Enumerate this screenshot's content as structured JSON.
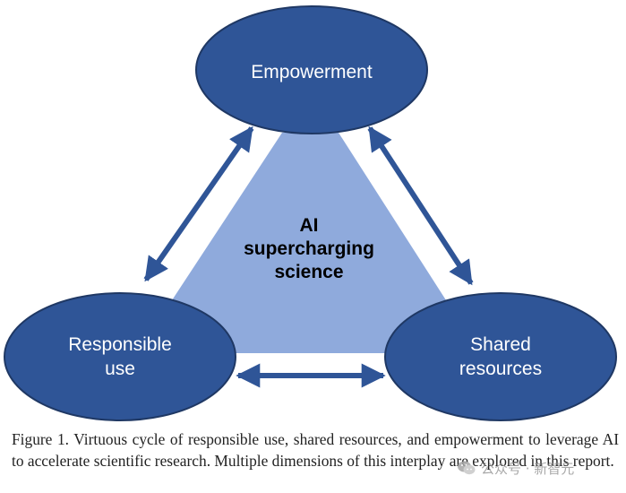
{
  "diagram": {
    "center_label_lines": [
      "AI",
      "supercharging",
      "science"
    ],
    "nodes": {
      "top": {
        "lines": [
          "Empowerment"
        ]
      },
      "left": {
        "lines": [
          "Responsible",
          "use"
        ]
      },
      "right": {
        "lines": [
          "Shared",
          "resources"
        ]
      }
    },
    "colors": {
      "node_fill": "#2f5597",
      "node_stroke": "#1f3864",
      "triangle_fill": "#8faadc",
      "arrow": "#2f5597"
    }
  },
  "caption": {
    "text": "Figure 1. Virtuous cycle of responsible use, shared resources, and empowerment to leverage AI to accelerate scientific research. Multiple dimensions of this interplay are explored in this report."
  },
  "watermark": {
    "icon": "wechat-icon",
    "text": "公众号 · 新智元"
  }
}
